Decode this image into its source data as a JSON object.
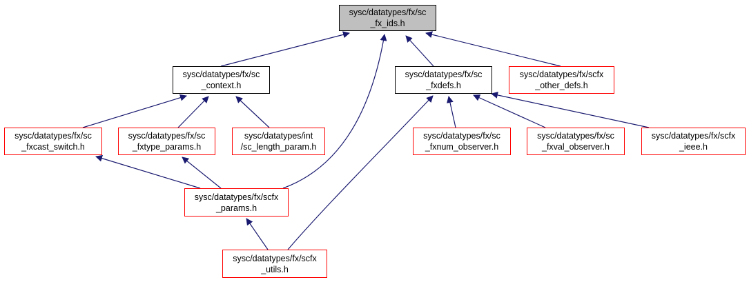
{
  "diagram": {
    "colors": {
      "edge": "#191970",
      "root_fill": "#bfbfbf",
      "border_documented": "#000000",
      "border_undocumented": "#ff0000"
    },
    "nodes": {
      "sc_fx_ids": {
        "line1": "sysc/datatypes/fx/sc",
        "line2": "_fx_ids.h"
      },
      "sc_context": {
        "line1": "sysc/datatypes/fx/sc",
        "line2": "_context.h"
      },
      "sc_fxdefs": {
        "line1": "sysc/datatypes/fx/sc",
        "line2": "_fxdefs.h"
      },
      "scfx_other_defs": {
        "line1": "sysc/datatypes/fx/scfx",
        "line2": "_other_defs.h"
      },
      "sc_fxcast_switch": {
        "line1": "sysc/datatypes/fx/sc",
        "line2": "_fxcast_switch.h"
      },
      "sc_fxtype_params": {
        "line1": "sysc/datatypes/fx/sc",
        "line2": "_fxtype_params.h"
      },
      "sc_length_param": {
        "line1": "sysc/datatypes/int",
        "line2": "/sc_length_param.h"
      },
      "sc_fxnum_observer": {
        "line1": "sysc/datatypes/fx/sc",
        "line2": "_fxnum_observer.h"
      },
      "sc_fxval_observer": {
        "line1": "sysc/datatypes/fx/sc",
        "line2": "_fxval_observer.h"
      },
      "scfx_ieee": {
        "line1": "sysc/datatypes/fx/scfx",
        "line2": "_ieee.h"
      },
      "scfx_params": {
        "line1": "sysc/datatypes/fx/scfx",
        "line2": "_params.h"
      },
      "scfx_utils": {
        "line1": "sysc/datatypes/fx/scfx",
        "line2": "_utils.h"
      }
    }
  }
}
